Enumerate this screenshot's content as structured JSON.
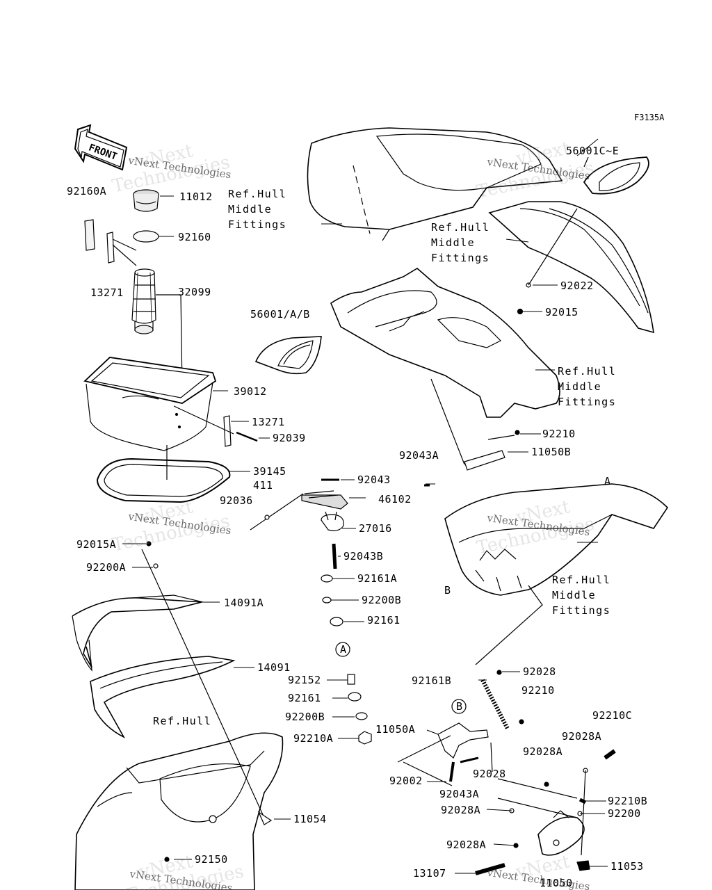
{
  "figure_code": "F3135A",
  "front_label": "FRONT",
  "watermarks": {
    "line1": "vNext",
    "line2": "Technologies",
    "full": "vNext Technologies"
  },
  "refs": {
    "hull_middle": "Ref.Hull\nMiddle\nFittings",
    "hull": "Ref.Hull"
  },
  "callouts": {
    "a": "A",
    "b": "B"
  },
  "parts": {
    "p92160A": "92160A",
    "p11012": "11012",
    "p92160": "92160",
    "p13271": "13271",
    "p32099": "32099",
    "p56001ab": "56001/A/B",
    "p39012": "39012",
    "p13271b": "13271",
    "p92039": "92039",
    "p39145": "39145",
    "p411": "411",
    "p92036": "92036",
    "p92043": "92043",
    "p46102": "46102",
    "p27016": "27016",
    "p92043B": "92043B",
    "p92015A": "92015A",
    "p92200A": "92200A",
    "p92161A": "92161A",
    "p92200B": "92200B",
    "p92161": "92161",
    "p14091A": "14091A",
    "p14091": "14091",
    "p92152": "92152",
    "p92161b": "92161",
    "p92200Bb": "92200B",
    "p92210A": "92210A",
    "p11054": "11054",
    "p92150": "92150",
    "p56001CE": "56001C~E",
    "p92022": "92022",
    "p92015": "92015",
    "p92210": "92210",
    "p11050B": "11050B",
    "p92043A": "92043A",
    "p92161B": "92161B",
    "p92028": "92028",
    "p92210b": "92210",
    "p11050A": "11050A",
    "p92210C": "92210C",
    "p92028Aa": "92028A",
    "p92028Ab": "92028A",
    "p92002": "92002",
    "p92028b": "92028",
    "p92043Ab": "92043A",
    "p92028Ac": "92028A",
    "p92210B": "92210B",
    "p92200": "92200",
    "p92028Ad": "92028A",
    "p11053": "11053",
    "p13107": "13107",
    "p11050": "11050"
  }
}
